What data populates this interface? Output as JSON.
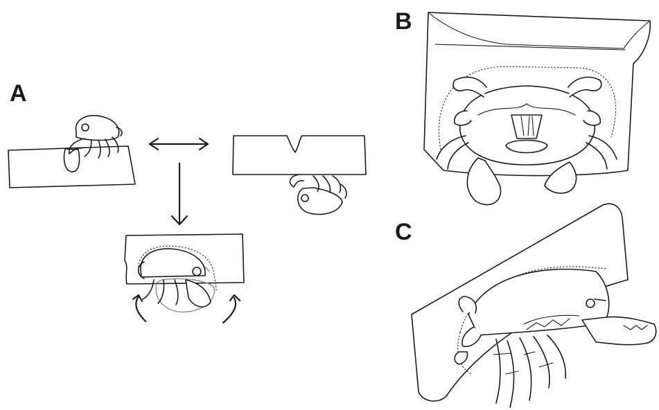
{
  "panels": {
    "a": {
      "label": "A"
    },
    "b": {
      "label": "B"
    },
    "c": {
      "label": "C"
    }
  },
  "colors": {
    "ink": "#1a1a1a",
    "ghost": "#8c8c8c",
    "background": "#ffffff"
  },
  "icons": [
    "double-headed-arrow-icon",
    "down-arrow-icon",
    "curved-arrow-icon"
  ]
}
